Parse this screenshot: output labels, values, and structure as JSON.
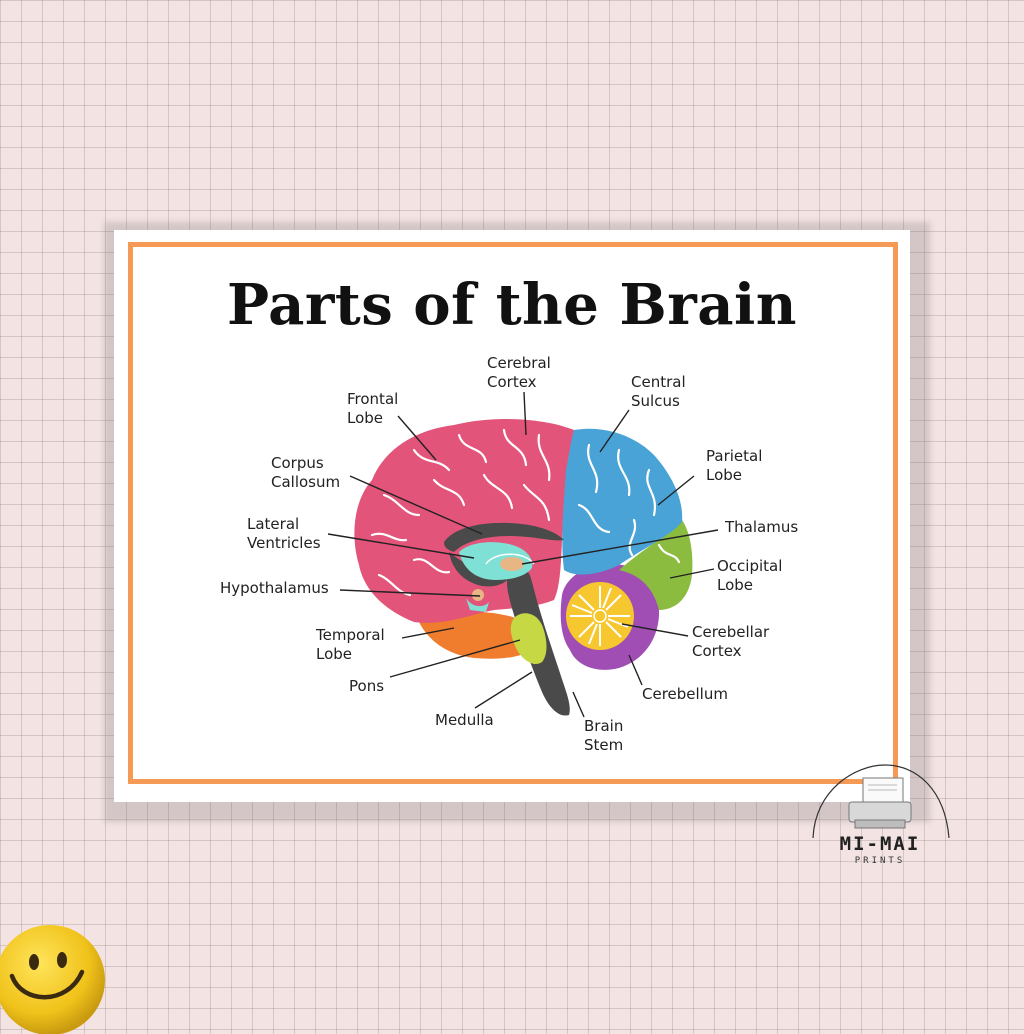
{
  "poster": {
    "title": "Parts of the Brain",
    "frame_color": "#f49a55"
  },
  "labels": {
    "cerebral_cortex": [
      "Cerebral",
      "Cortex"
    ],
    "central_sulcus": [
      "Central",
      "Sulcus"
    ],
    "frontal_lobe": [
      "Frontal",
      "Lobe"
    ],
    "parietal_lobe": [
      "Parietal",
      "Lobe"
    ],
    "corpus_callosum": [
      "Corpus",
      "Callosum"
    ],
    "thalamus": [
      "Thalamus"
    ],
    "lateral_ventricles": [
      "Lateral",
      "Ventricles"
    ],
    "occipital_lobe": [
      "Occipital",
      "Lobe"
    ],
    "hypothalamus": [
      "Hypothalamus"
    ],
    "cerebellar_cortex": [
      "Cerebellar",
      "Cortex"
    ],
    "temporal_lobe": [
      "Temporal",
      "Lobe"
    ],
    "cerebellum": [
      "Cerebellum"
    ],
    "pons": [
      "Pons"
    ],
    "medulla": [
      "Medulla"
    ],
    "brain_stem": [
      "Brain",
      "Stem"
    ]
  },
  "colors": {
    "frontal": "#e25479",
    "parietal": "#4aa3d6",
    "occipital": "#8cbc3f",
    "temporal": "#ef7d2d",
    "cerebellum": "#a04eb3",
    "cerebellar_cortex": "#f6c72e",
    "stem": "#4a4a4a",
    "ventricles": "#7fe0d6",
    "pons": "#c6d844",
    "thalamus": "#e8b684"
  },
  "logo": {
    "name": "MI-MAI",
    "sub": "PRINTS"
  }
}
